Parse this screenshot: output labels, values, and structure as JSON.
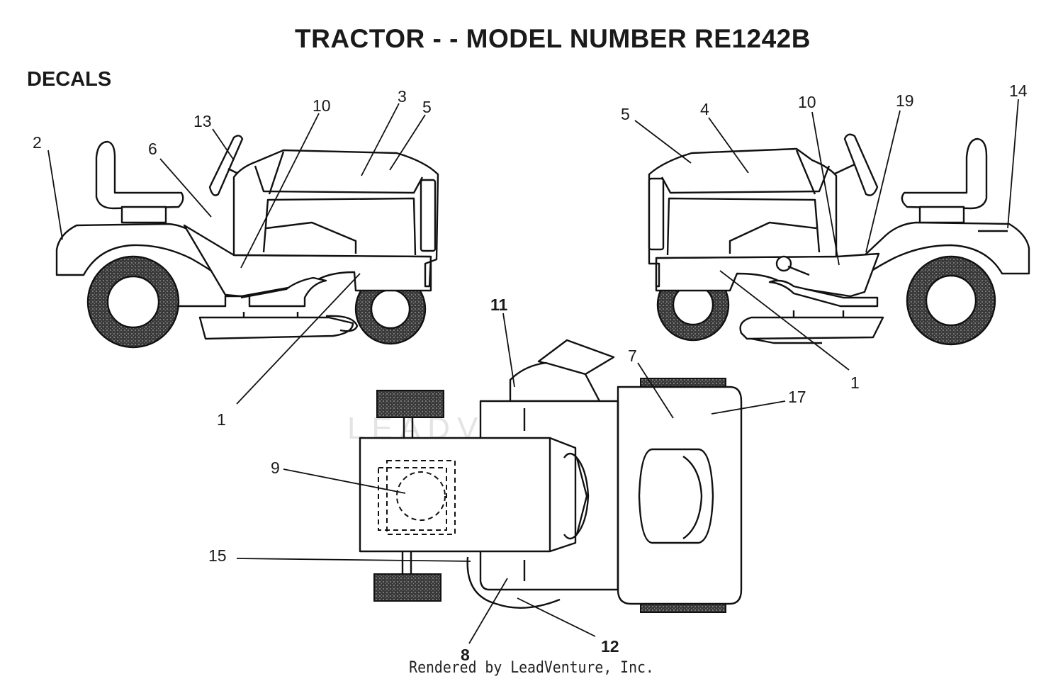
{
  "title": "TRACTOR - - MODEL NUMBER RE1242B",
  "section_label": "DECALS",
  "watermark": "LEADVENTURE",
  "footer": "Rendered by LeadVenture, Inc.",
  "callouts": {
    "left": [
      "2",
      "6",
      "13",
      "10",
      "3",
      "5",
      "1"
    ],
    "right": [
      "5",
      "4",
      "10",
      "19",
      "14",
      "1"
    ],
    "bottom": [
      "11",
      "7",
      "17",
      "9",
      "15",
      "8",
      "12"
    ]
  },
  "colors": {
    "line": "#111111",
    "tire": "#2e2e2e",
    "watermark": "#e4e4e4"
  }
}
